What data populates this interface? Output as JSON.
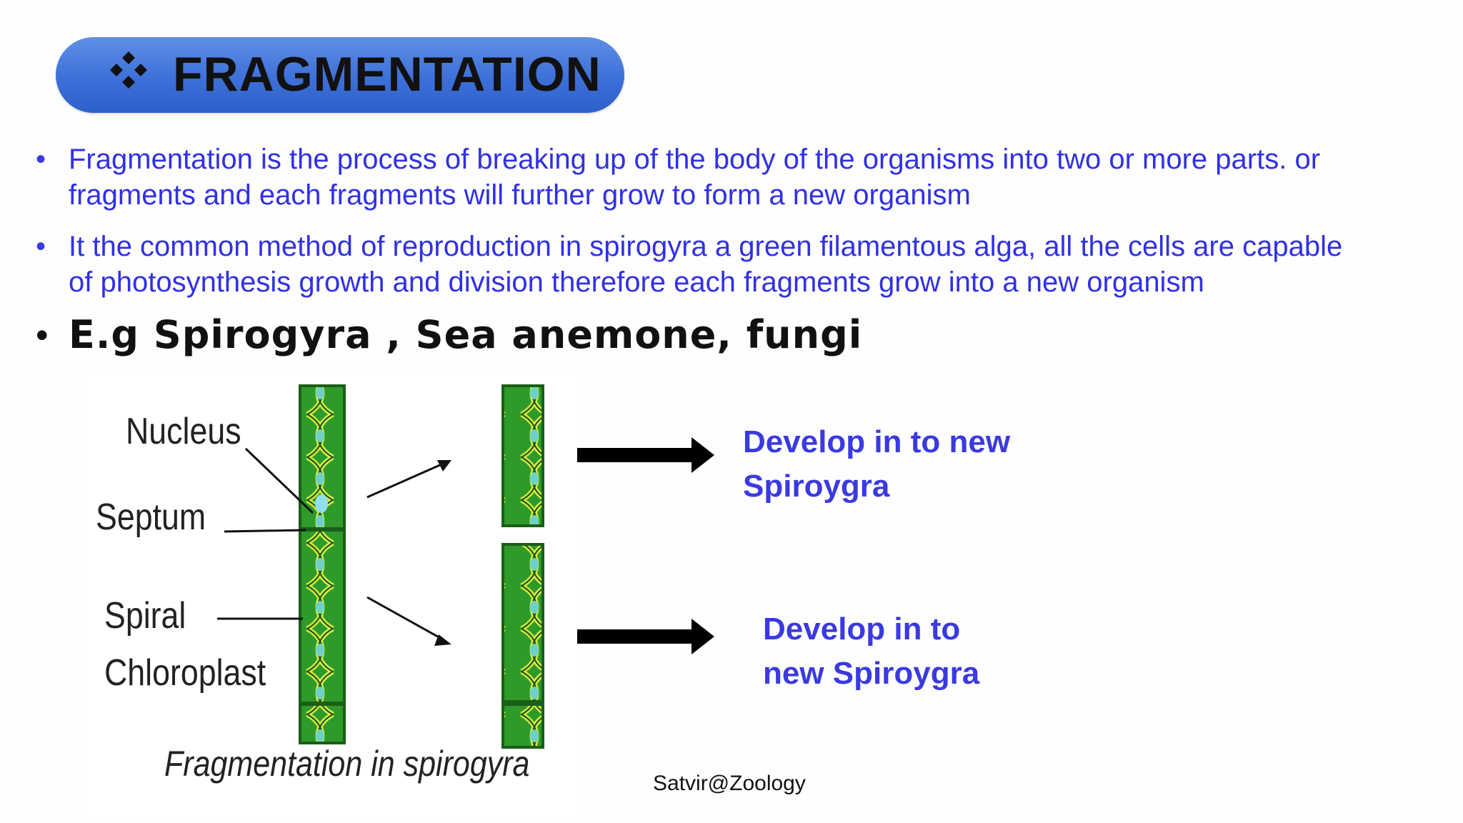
{
  "slide": {
    "title": "FRAGMENTATION",
    "title_bullet_icon": "four-diamond-bullet-icon",
    "title_pill_color": "#3d70d9",
    "bullet_color": "#3030e6",
    "bullets": [
      {
        "line1": "Fragmentation is the process of breaking up of the body of the organisms into two or more parts. or",
        "line2": "fragments and each fragments will further grow to form a new organism"
      },
      {
        "line1": "It the common  method of reproduction in spirogyra  a green filamentous alga,  all the cells are capable",
        "line2": "of photosynthesis  growth and  division  therefore each fragments grow into a new organism"
      }
    ],
    "example": "E.g Spirogyra , Sea anemone,  fungi"
  },
  "diagram": {
    "labels": {
      "nucleus": "Nucleus",
      "septum": "Septum",
      "spiral": "Spiral",
      "chloroplast": "Chloroplast"
    },
    "caption": "Fragmentation in spirogyra",
    "filament_color": "#2e9a2a",
    "chloroplast_color": "#e8f25a"
  },
  "outcomes": [
    {
      "line1": "Develop in to new",
      "line2": "Spiroygra"
    },
    {
      "line1": "Develop in to",
      "line2": "new Spiroygra"
    }
  ],
  "credit": "Satvir@Zoology"
}
